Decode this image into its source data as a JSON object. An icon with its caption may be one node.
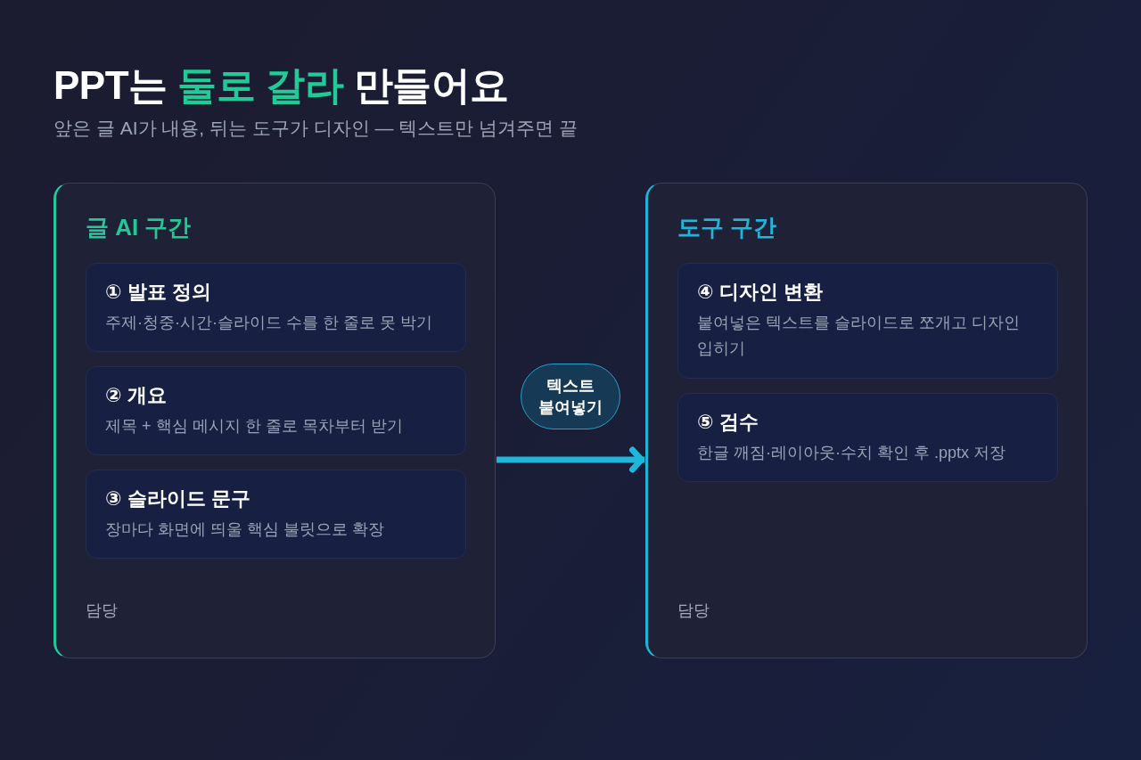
{
  "diagram": {
    "title": "PPT는 **둘로 갈라** 만들어요",
    "nodes": [
      {
        "text": [
          "글 AI 구간",
          "담당"
        ]
      },
      {
        "text": [
          "① 발표 정의",
          "주제·청중·시간·슬라이드 수를 한 줄로 못 박기"
        ],
        "in": 0
      },
      {
        "text": [
          "② 개요",
          "제목 + 핵심 메시지 한 줄로 목차부터 받기"
        ],
        "in": 0
      },
      {
        "text": [
          "③ 슬라이드 문구",
          "장마다 화면에 띄울 핵심 불릿으로 확장"
        ],
        "in": 0
      },
      {
        "text": [
          "도구 구간",
          "담당"
        ]
      },
      {
        "text": [
          "④ 디자인 변환",
          "붙여넣은 텍스트를 슬라이드로 쪼개고 디자인 입히기"
        ],
        "in": 4
      },
      {
        "text": [
          "⑤ 검수",
          "한글 깨짐·레이아웃·수치 확인 후 .pptx 저장"
        ],
        "in": 4
      }
    ],
    "edges": [
      {
        "from": 0,
        "to": 4,
        "arrow": "to",
        "label": "텍스트 붙여넣기"
      }
    ],
    "labels": [
      "앞은 글 AI가 내용, 뒤는 도구가 디자인 — 텍스트만 넘겨주면 끝"
    ]
  }
}
